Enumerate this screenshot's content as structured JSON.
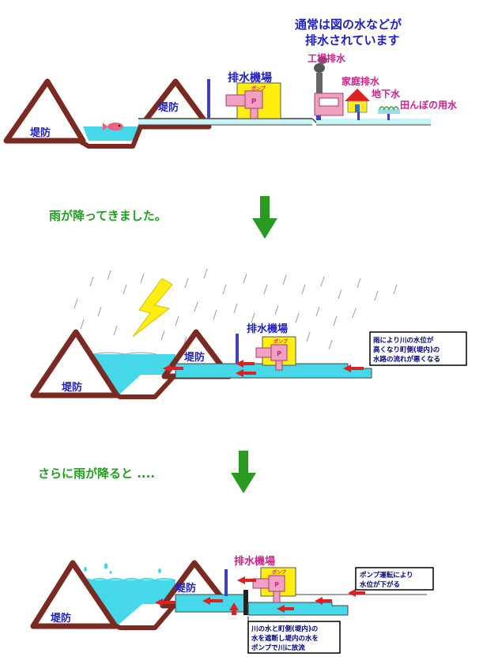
{
  "scene1": {
    "note_line1": "通常は図の水などが",
    "note_line2": "排水されています",
    "levee_left": "堤防",
    "levee_mid": "堤防",
    "pump_station": "排水機場",
    "pump_label": "ポンプ",
    "factory_drain": "工場排水",
    "home_drain": "家庭排水",
    "groundwater": "地下水",
    "paddy_water": "田んぼの用水"
  },
  "caption1": "雨が降ってきました。",
  "scene2": {
    "levee_left": "堤防",
    "levee_mid": "堤防",
    "pump_station": "排水機場",
    "pump_label": "ポンプ",
    "note_line1": "雨により川の水位が",
    "note_line2": "高くなり町側(堤内)の",
    "note_line3": "水路の流れが悪くなる"
  },
  "caption2": "さらに雨が降ると ....",
  "scene3": {
    "levee_left": "堤防",
    "levee_mid": "堤防",
    "pump_station": "排水機場",
    "pump_label": "ポンプ",
    "note_right_line1": "ポンプ運転により",
    "note_right_line2": "水位が下がる",
    "note_bottom_line1": "川の水と町側(堤内)の",
    "note_bottom_line2": "水を遮断し堤内の水を",
    "note_bottom_line3": "ポンプで川に放流"
  },
  "colors": {
    "water": "#44d8e8",
    "levee_fill": "#ffffff",
    "levee_stroke": "#7a2a20",
    "pump_station_fill": "#ffee10",
    "pump_fill": "#f0a0c0",
    "arrow_green": "#2a9a20",
    "arrow_red": "#e02020",
    "lightning": "#ffee10"
  }
}
